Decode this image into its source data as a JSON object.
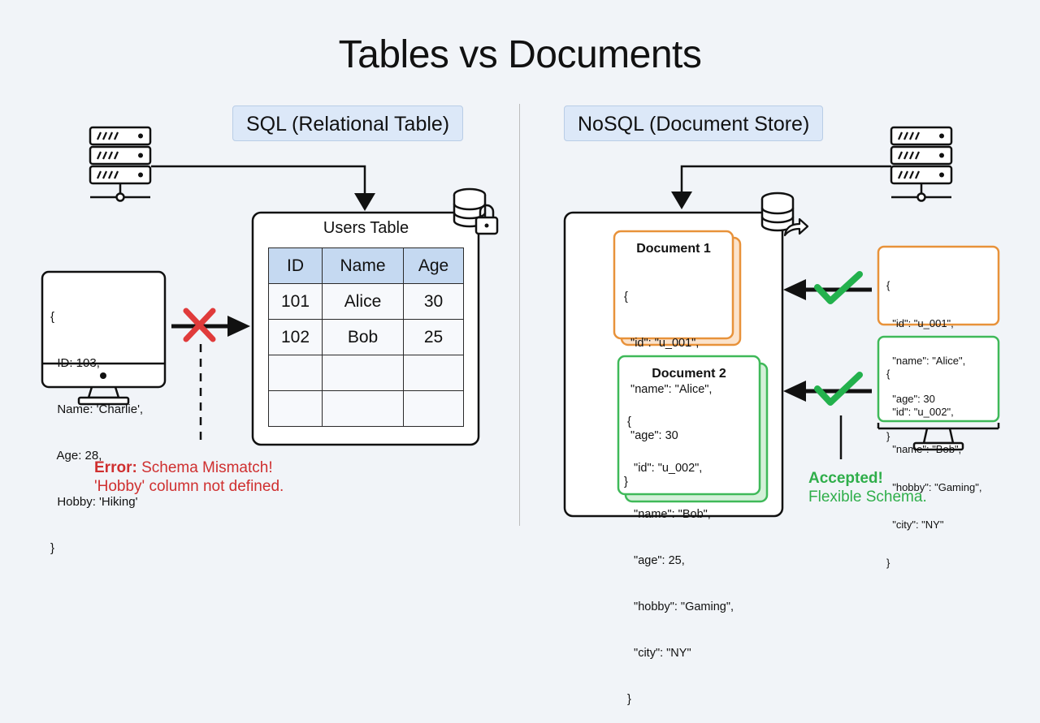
{
  "title": "Tables vs Documents",
  "sql": {
    "label": "SQL (Relational Table)",
    "table_title": "Users Table",
    "headers": [
      "ID",
      "Name",
      "Age"
    ],
    "rows": [
      [
        "101",
        "Alice",
        "30"
      ],
      [
        "102",
        "Bob",
        "25"
      ],
      [
        "",
        "",
        ""
      ],
      [
        "",
        "",
        ""
      ]
    ],
    "input_lines": [
      "{",
      "  ID: 103,",
      "  Name: 'Charlie',",
      "  Age: 28,",
      "  Hobby: 'Hiking'",
      "}"
    ],
    "error_title": "Error:",
    "error_line1_rest": " Schema Mismatch!",
    "error_line2": "'Hobby' column not defined."
  },
  "nosql": {
    "label": "NoSQL (Document Store)",
    "doc1": {
      "title": "Document 1",
      "lines": [
        "{",
        "  \"id\": \"u_001\",",
        "  \"name\": \"Alice\",",
        "  \"age\": 30",
        "}"
      ]
    },
    "doc2": {
      "title": "Document 2",
      "lines": [
        "{",
        "  \"id\": \"u_002\",",
        "  \"name\": \"Bob\",",
        "  \"age\": 25,",
        "  \"hobby\": \"Gaming\",",
        "  \"city\": \"NY\"",
        "}"
      ]
    },
    "incoming1_lines": [
      "{",
      "  \"id\": \"u_001\",",
      "  \"name\": \"Alice\",",
      "  \"age\": 30",
      "}"
    ],
    "incoming2_lines": [
      "{",
      "  \"id\": \"u_002\",",
      "  \"name\": \"Bob\",",
      "  \"hobby\": \"Gaming\",",
      "  \"city\": \"NY\"",
      "}"
    ],
    "accepted_title": "Accepted!",
    "accepted_sub": "Flexible Schema."
  },
  "colors": {
    "error_red": "#cf2f2f",
    "success_green": "#2fae4a",
    "orange": "#e8923a",
    "header_blue": "#c5d9f1"
  }
}
